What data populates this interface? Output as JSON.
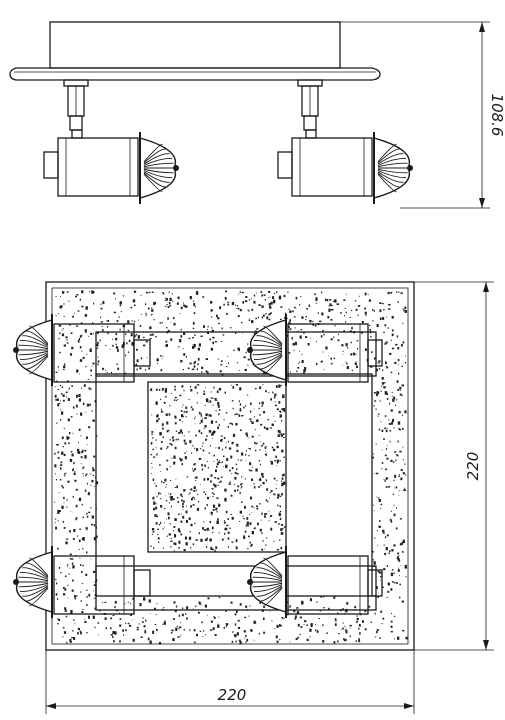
{
  "drawing": {
    "dimensions": {
      "height_label": "108.6",
      "width_label": "220",
      "depth_label": "220"
    },
    "colors": {
      "line": "#1a1a1a",
      "background": "#ffffff",
      "speckle": "#222222"
    },
    "lamp_count_side_view": 2,
    "lamp_count_top_view": 4
  }
}
